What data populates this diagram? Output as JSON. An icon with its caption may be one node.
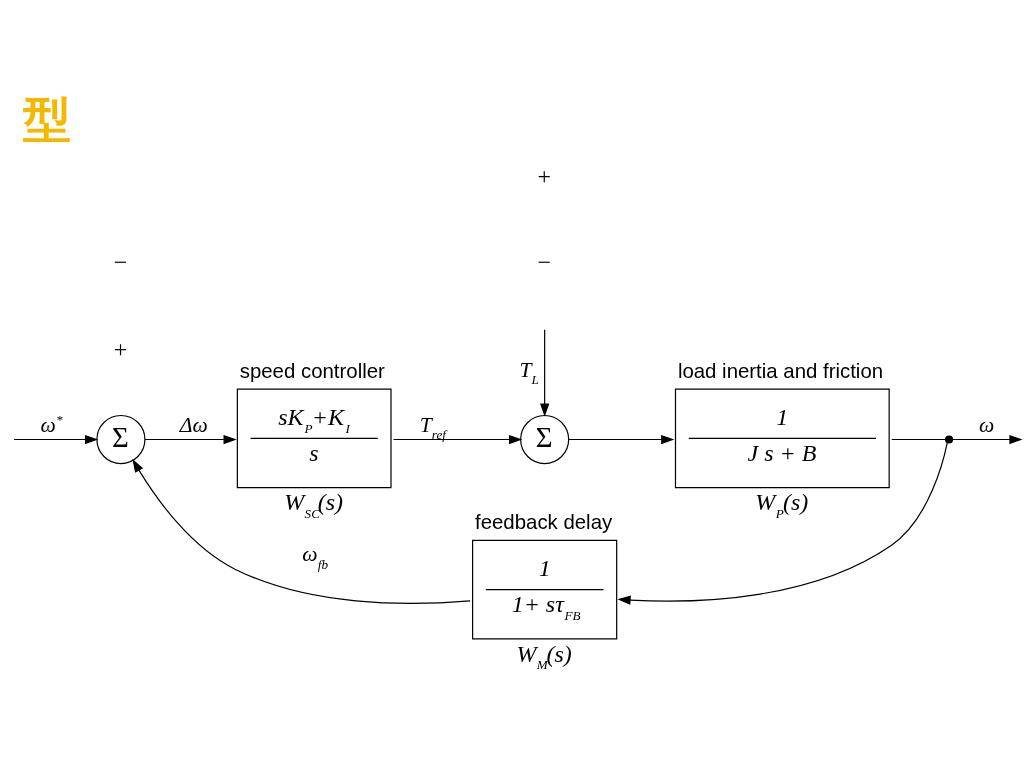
{
  "diagram": {
    "title": "型",
    "nodes": [
      {
        "text": [
          "Σ"
        ]
      },
      {
        "text": [
          "speed controller",
          "sK$_{P}$+K$_{I}$",
          "s"
        ],
        "beside": [
          "W$_{SC}$(s)"
        ]
      },
      {
        "text": [
          "Σ"
        ]
      },
      {
        "text": [
          "load inertia and friction",
          "1",
          "J s + B"
        ],
        "beside": [
          "W$_{P}$(s)"
        ]
      },
      {
        "text": [
          "feedback delay",
          "1",
          "1+ sτ$_{FB}$"
        ],
        "beside": [
          "W$_{M}$(s)"
        ]
      },
      {
        "text": [],
        "shape": "point"
      }
    ],
    "edges": [
      {
        "from": null,
        "to": 0,
        "arrow": "to",
        "label": "ω$^{*}$"
      },
      {
        "from": 0,
        "to": 1,
        "arrow": "to",
        "label": "Δω"
      },
      {
        "from": 1,
        "to": 2,
        "arrow": "to",
        "label": "T$_{ref}$"
      },
      {
        "from": null,
        "to": 2,
        "arrow": "to",
        "label": "T$_{L}$"
      },
      {
        "from": 2,
        "to": 3,
        "arrow": "to"
      },
      {
        "from": 3,
        "to": 5,
        "arrow": "none"
      },
      {
        "from": 5,
        "to": null,
        "arrow": "to",
        "label": "ω"
      },
      {
        "from": 5,
        "to": 4,
        "arrow": "to"
      },
      {
        "from": 4,
        "to": 0,
        "arrow": "to",
        "label": "ω$_{fb}$"
      }
    ],
    "labels": [
      "−",
      "+",
      "+",
      "−"
    ]
  }
}
